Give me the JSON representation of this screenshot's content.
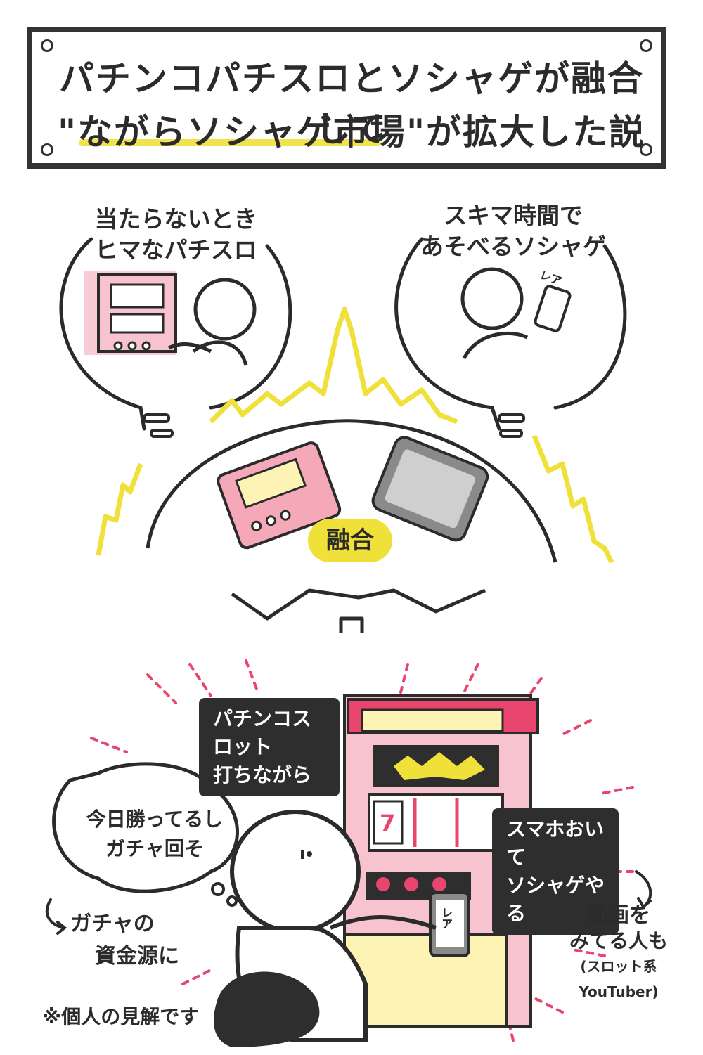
{
  "title": {
    "line1": "パチンコパチスロとソシャゲが融合して",
    "line2": "\"ながらソシャゲ市場\"が拡大した説"
  },
  "left_bubble": {
    "lines": [
      "当たらないとき",
      "ヒマなパチスロ"
    ]
  },
  "right_bubble": {
    "lines": [
      "スキマ時間で",
      "あそべるソシャゲ"
    ],
    "phone_text": "レア"
  },
  "fusion": {
    "label": "融合"
  },
  "bottom": {
    "speech_top": [
      "パチンコスロット",
      "打ちながら"
    ],
    "speech_right": [
      "スマホおいて",
      "ソシャゲやる"
    ],
    "thought": [
      "今日勝ってるし",
      "ガチャ回そ"
    ],
    "note_left": [
      "ガチャの",
      "資金源に"
    ],
    "note_right": [
      "動画を",
      "みてる人も",
      "(スロット系",
      "YouTuber)"
    ],
    "phone_text": "レア",
    "reel_number": "7",
    "disclaimer": "※個人の見解です"
  },
  "colors": {
    "pink": "#f5a9b8",
    "magenta": "#e8466e",
    "yellow": "#f0e03a",
    "ink": "#2b2b2b",
    "paper": "#ffffff"
  }
}
